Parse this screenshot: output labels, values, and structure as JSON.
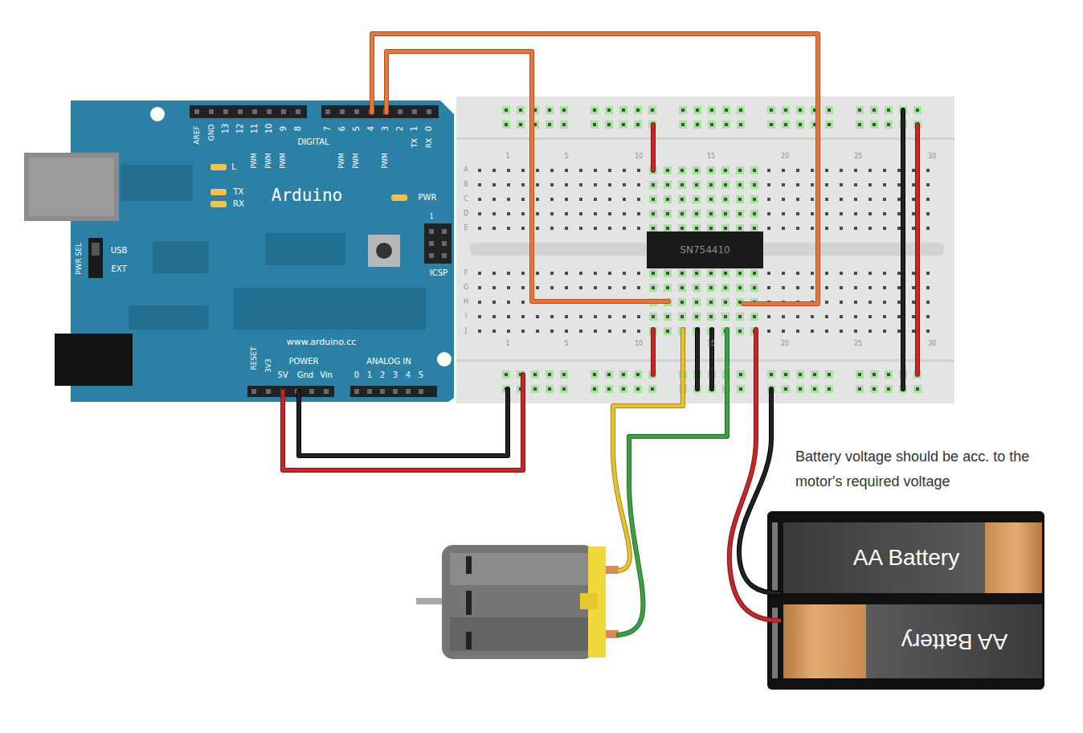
{
  "diagram": {
    "nodes": [
      {
        "text": [
          "Arduino",
          "www.arduino.cc"
        ]
      },
      {
        "text": [
          "SN754410"
        ]
      },
      {
        "text": [
          "AA Battery"
        ]
      },
      {
        "text": [
          "AA Battery"
        ]
      }
    ],
    "labels": [
      "AREF",
      "GND",
      "13",
      "12",
      "11",
      "10",
      "9",
      "8",
      "7",
      "6",
      "5",
      "4",
      "3",
      "2",
      "1",
      "0",
      "DIGITAL",
      "PWM",
      "PWM",
      "PWM",
      "PWM",
      "PWM",
      "PWM",
      "TX",
      "RX",
      "L",
      "TX",
      "RX",
      "PWR",
      "1",
      "ICSP",
      "PWR SEL",
      "USB",
      "EXT",
      "RESET",
      "3V3",
      "POWER",
      "5V",
      "Gnd",
      "Vin",
      "ANALOG IN",
      "0",
      "1",
      "2",
      "3",
      "4",
      "5",
      "A",
      "B",
      "C",
      "D",
      "E",
      "F",
      "G",
      "H",
      "I",
      "J",
      "1",
      "5",
      "10",
      "15",
      "20",
      "25",
      "30",
      "1",
      "5",
      "10",
      "15",
      "20",
      "25",
      "30",
      "Battery voltage should be acc. to the motor's required voltage"
    ]
  }
}
